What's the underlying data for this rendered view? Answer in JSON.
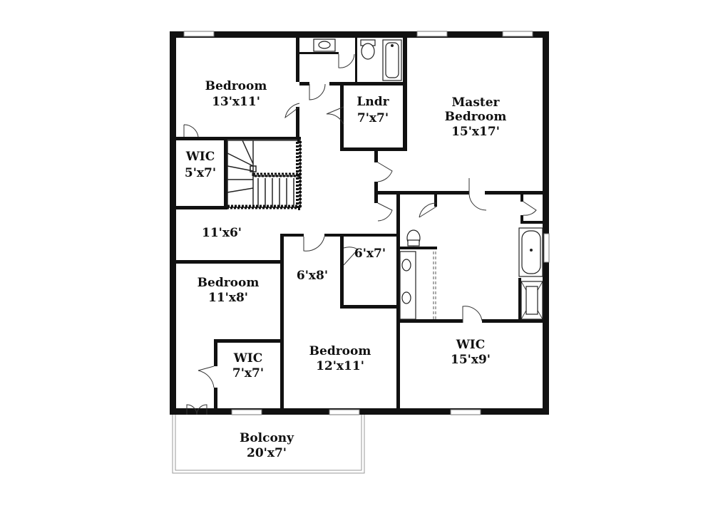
{
  "rooms": {
    "bedroom_nw": {
      "name": "Bedroom",
      "size": "13'x11'"
    },
    "laundry": {
      "name": "Lndr",
      "size": "7'x7'"
    },
    "master": {
      "name_line1": "Master",
      "name_line2": "Bedroom",
      "size": "15'x17'"
    },
    "wic_nw": {
      "name": "WIC",
      "size": "5'x7'"
    },
    "hall": {
      "size": "11'x6'"
    },
    "closet_a": {
      "size": "6'x7'"
    },
    "closet_b": {
      "size": "6'x8'"
    },
    "bedroom_w": {
      "name": "Bedroom",
      "size": "11'x8'"
    },
    "wic_sw": {
      "name": "WIC",
      "size": "7'x7'"
    },
    "bedroom_s": {
      "name": "Bedroom",
      "size": "12'x11'"
    },
    "wic_se": {
      "name": "WIC",
      "size": "15'x9'"
    },
    "balcony": {
      "name": "Bolcony",
      "size": "20'x7'"
    }
  }
}
